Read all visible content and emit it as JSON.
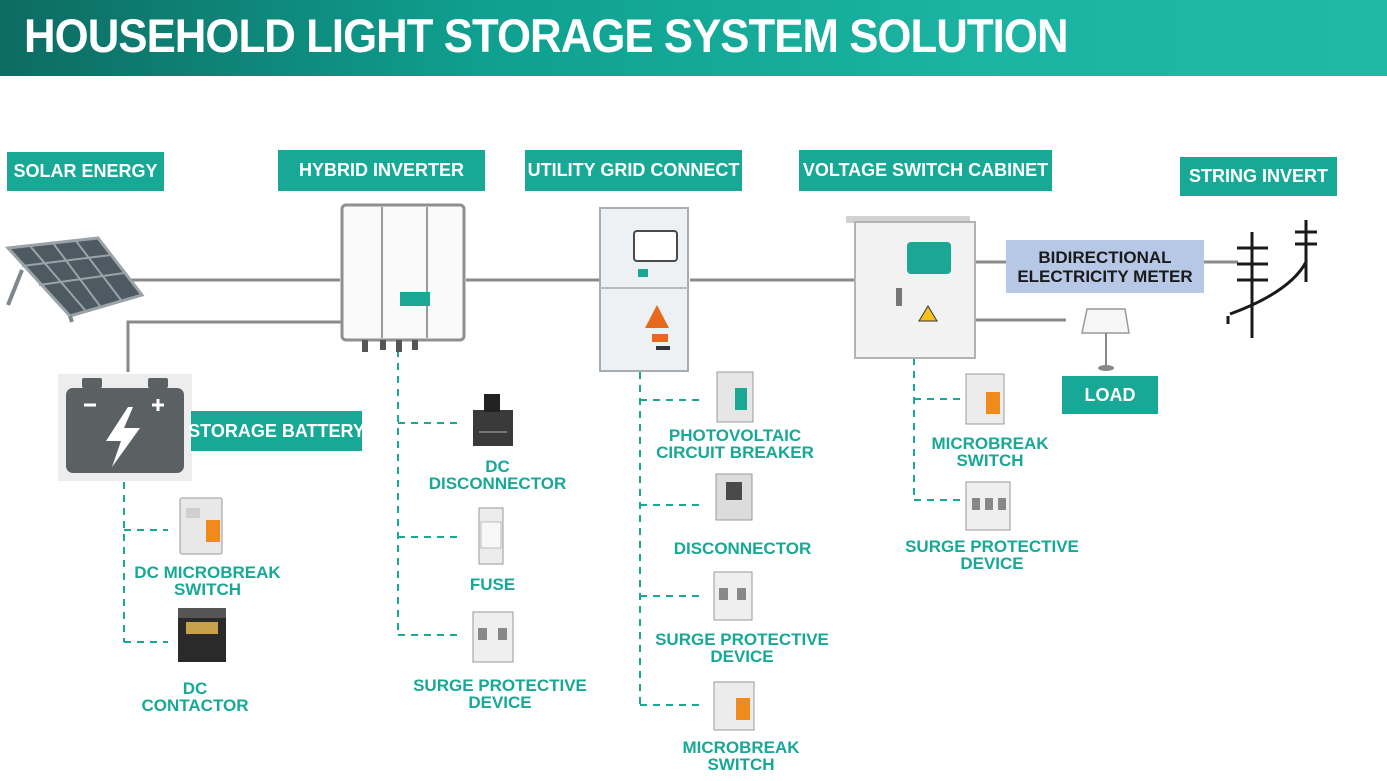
{
  "title": "HOUSEHOLD LIGHT STORAGE SYSTEM SOLUTION",
  "colors": {
    "accent": "#18a896",
    "meter_bg": "#b7c7e6",
    "banner_dark": "#0d6b62"
  },
  "headers": {
    "solar": "SOLAR ENERGY",
    "inverter": "HYBRID INVERTER",
    "grid": "UTILITY GRID CONNECT",
    "cabinet": "VOLTAGE SWITCH CABINET",
    "string": "STRING INVERT",
    "battery": "STORAGE BATTERY",
    "load": "LOAD"
  },
  "meter": {
    "line1": "BIDIRECTIONAL",
    "line2": "ELECTRICITY METER"
  },
  "battery_components": [
    {
      "line1": "DC MICROBREAK",
      "line2": "SWITCH",
      "icon": "breaker-icon"
    },
    {
      "line1": "DC",
      "line2": "CONTACTOR",
      "icon": "contactor-icon"
    }
  ],
  "inverter_components": [
    {
      "line1": "DC",
      "line2": "DISCONNECTOR",
      "icon": "disconnector-icon"
    },
    {
      "line1": "FUSE",
      "line2": "",
      "icon": "fuse-icon"
    },
    {
      "line1": "SURGE PROTECTIVE",
      "line2": "DEVICE",
      "icon": "spd-icon"
    }
  ],
  "grid_components": [
    {
      "line1": "PHOTOVOLTAIC",
      "line2": "CIRCUIT BREAKER",
      "icon": "breaker-icon"
    },
    {
      "line1": "DISCONNECTOR",
      "line2": "",
      "icon": "disconnector-icon"
    },
    {
      "line1": "SURGE PROTECTIVE",
      "line2": "DEVICE",
      "icon": "spd-icon"
    },
    {
      "line1": "MICROBREAK",
      "line2": "SWITCH",
      "icon": "breaker-icon"
    }
  ],
  "cabinet_components": [
    {
      "line1": "MICROBREAK",
      "line2": "SWITCH",
      "icon": "breaker-icon"
    },
    {
      "line1": "SURGE PROTECTIVE",
      "line2": "DEVICE",
      "icon": "spd-icon"
    }
  ]
}
